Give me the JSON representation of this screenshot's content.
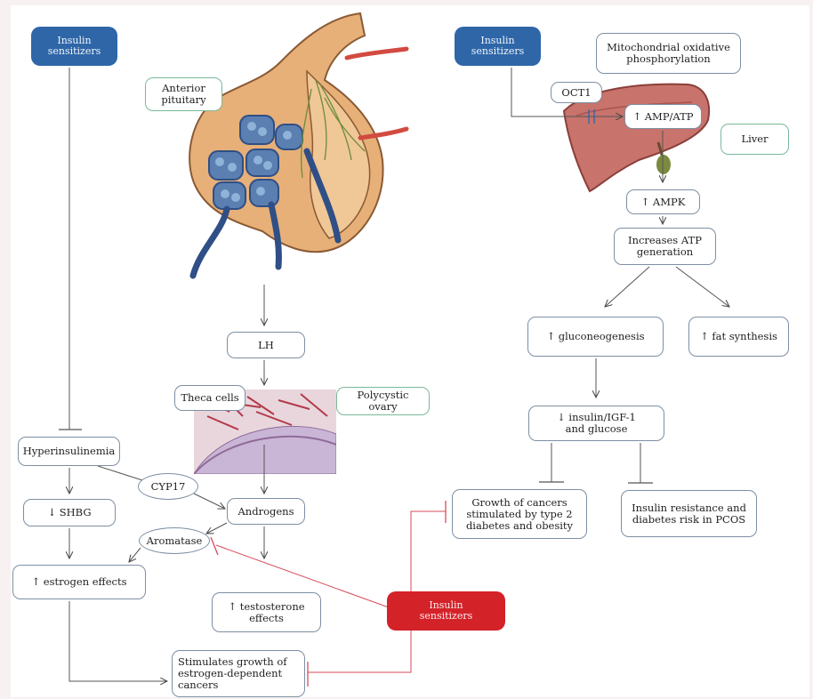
{
  "labels": {
    "insulin_sensitizers_top_left": "Insulin\nsensitizers",
    "insulin_sensitizers_top_right": "Insulin\nsensitizers",
    "insulin_sensitizers_bottom": "Insulin\nsensitizers",
    "anterior_pituitary": "Anterior\npituitary",
    "mitochondrial": "Mitochondrial oxidative\nphosphorylation",
    "oct1": "OCT1",
    "amp_atp": "↑ AMP/ATP",
    "liver": "Liver",
    "ampk": "↑ AMPK",
    "increases_atp": "Increases ATP\ngeneration",
    "gluconeogenesis": "↑ gluconeogenesis",
    "fat_synthesis": "↑ fat synthesis",
    "insulin_igf": "↓ insulin/IGF-1\nand glucose",
    "growth_cancers": "Growth of cancers\nstimulated by type 2\ndiabetes and obesity",
    "insulin_resistance": "Insulin resistance and\ndiabetes risk in PCOS",
    "lh": "LH",
    "theca_cells": "Theca cells",
    "polycystic_ovary": "Polycystic ovary",
    "hyperinsulinemia": "Hyperinsulinemia",
    "cyp17": "CYP17",
    "shbg": "↓ SHBG",
    "androgens": "Androgens",
    "aromatase": "Aromatase",
    "estrogen_effects": "↑ estrogen effects",
    "testosterone_effects": "↑ testosterone\neffects",
    "stimulates_growth": "Stimulates growth of\nestrogen-dependent\ncancers"
  },
  "colors": {
    "sensitizer_blue": "#2e66a8",
    "sensitizer_red": "#d42229",
    "box_border": "#7d8fa3",
    "box_border_green": "#7ab99a",
    "inhibition_red": "#d84a5a"
  }
}
